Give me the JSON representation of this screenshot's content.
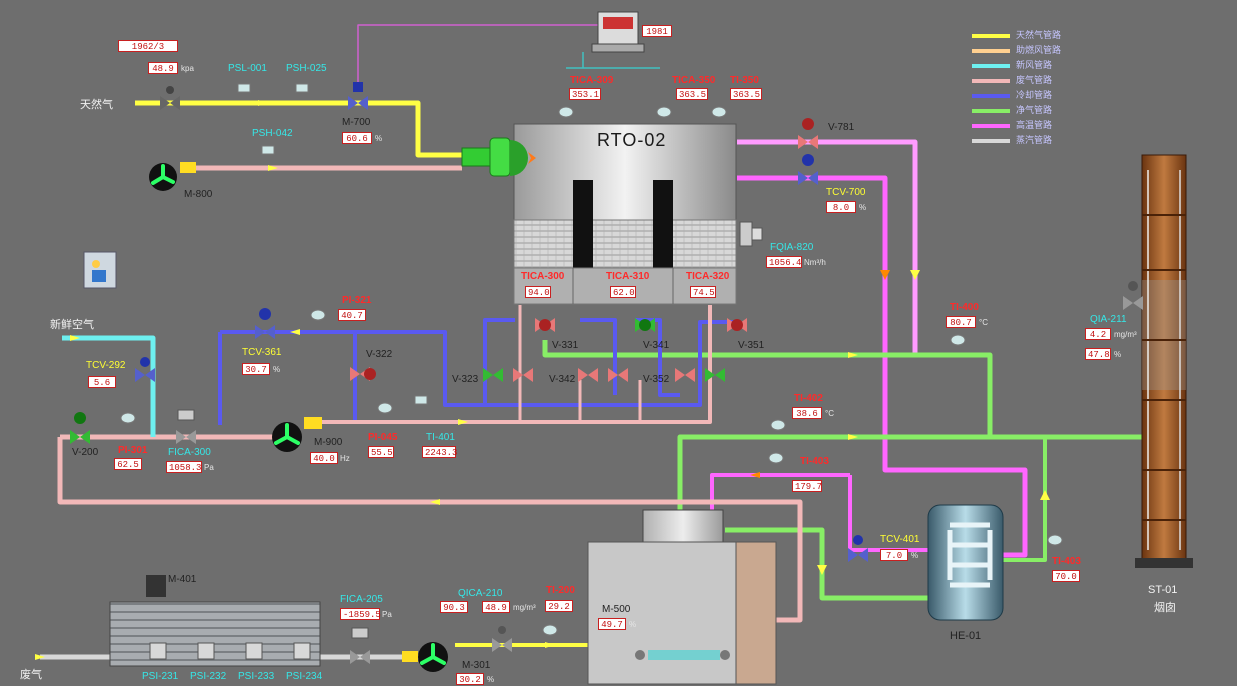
{
  "colors": {
    "gas": "#ffff44",
    "fresh_air": "#6ef0f0",
    "exhaust": "#f2b8b8",
    "cooling": "#5a5af0",
    "process": "#88ee66",
    "hot": "#ff66ff",
    "steam": "#d8d8d8"
  },
  "top_readouts": {
    "v1": "1962/3",
    "v2": "48.9",
    "v3": "1981"
  },
  "rto_title": "RTO-02",
  "tags": {
    "tianranqi": "天然气",
    "xinxian_kongqi": "新鲜空气",
    "fei_qi": "废气",
    "psl_001": "PSL-001",
    "psh_025": "PSH-025",
    "psh_042": "PSH-042",
    "m_700": "M-700",
    "m_800": "M-800",
    "v_781": "V-781",
    "tcv_700": "TCV-700",
    "tcv_292": "TCV-292",
    "tcv_361": "TCV-361",
    "v_322": "V-322",
    "v_200": "V-200",
    "m_900": "M-900",
    "v_331": "V-331",
    "v_341": "V-341",
    "v_351": "V-351",
    "v_323": "V-323",
    "v_342": "V-342",
    "v_352": "V-352",
    "tcv_401": "TCV-401",
    "he_01": "HE-01",
    "st_01": "ST-01",
    "yan_tong": "烟囱",
    "m_401": "M-401",
    "m_500": "M-500",
    "m_301": "M-301",
    "fica_205": "FICA-205",
    "tica_309": "TICA-309",
    "tica_350": "TICA-350",
    "ti_350": "TI-350",
    "tica_300": "TICA-300",
    "tica_310": "TICA-310",
    "tica_320": "TICA-320",
    "fqia_820": "FQIA-820",
    "ti_400": "TI-400",
    "pi_321": "PI-321",
    "ti_402": "TI-402",
    "pi_301": "PI-301",
    "pi_045": "PI-045",
    "fica_300": "FICA-300",
    "ti_401": "TI-401",
    "ti_403": "TI-403",
    "ti_403b": "TI-403",
    "qica_210": "QICA-210",
    "ti_200": "TI-200",
    "qi_211": "QIA-211",
    "pi_231": "PSI-231",
    "pi_232": "PSI-232",
    "pi_233": "PSI-233",
    "pi_234": "PSI-234"
  },
  "values": {
    "v_48_9": "48.9",
    "m700": "60.6",
    "tica309": "353.1",
    "tica350": "363.5",
    "ti350": "363.5",
    "tcv700": "8.0",
    "fqia820": "1056.4",
    "ti400": "80.7",
    "tica300": "94.0",
    "tica310": "62.0",
    "tica320": "74.5",
    "tcv292": "5.6",
    "tcv361": "30.7",
    "pi321": "40.7",
    "ti402": "38.6",
    "pi301": "62.5",
    "pi045": "55.5",
    "fica300": "1058.3",
    "m900": "40.0",
    "ti401": "2243.3",
    "ti403": "179.7",
    "tcv401": "7.0",
    "ti403b": "70.0",
    "fica205": "-1859.5",
    "qica210a": "90.3",
    "qica210b": "48.9",
    "ti200": "29.2",
    "m500": "49.7",
    "m301": "30.2",
    "qi211a": "4.2",
    "qi211b": "47.8"
  },
  "units": {
    "u_kpa": "kpa",
    "u_pct": "%",
    "u_hz": "Hz",
    "u_nm3": "Nm³/h",
    "u_mg": "mg/m³",
    "u_c": "°C",
    "u_pa": "Pa"
  },
  "legend": [
    "天然气管路",
    "助燃风管路",
    "新风管路",
    "废气管路",
    "冷却管路",
    "净气管路",
    "高温管路",
    "蒸汽管路"
  ]
}
